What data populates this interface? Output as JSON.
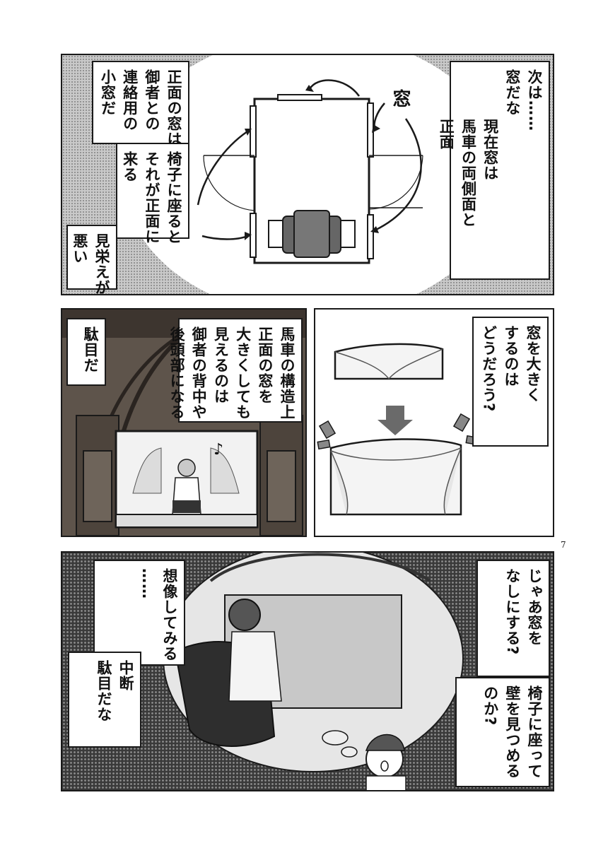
{
  "page_number": "7",
  "panel1": {
    "box_right": [
      "次は……",
      "窓だな",
      "",
      "現在窓は",
      "馬車の両側面と",
      "正面"
    ],
    "box_left_top": [
      "正面の窓は",
      "御者との",
      "連絡用の",
      "小窓だ"
    ],
    "box_left_mid": [
      "椅子に座ると",
      "それが正面に",
      "来る"
    ],
    "box_left_bottom": [
      "見栄えが",
      "悪い"
    ],
    "label_window_right": "窓",
    "label_window_left": "窓"
  },
  "panel2": {
    "box_right": [
      "馬車の構造上",
      "正面の窓を",
      "大きくしても",
      "見えるのは",
      "御者の背中や",
      "後頭部になる"
    ],
    "box_left": [
      "駄目だ"
    ],
    "music_note": "♪"
  },
  "panel3": {
    "box": [
      "窓を大きく",
      "するのは",
      "どうだろう?"
    ]
  },
  "panel4": {
    "box_right_top": [
      "じゃあ窓を",
      "なしにする?"
    ],
    "box_right_bottom": [
      "椅子に座って",
      "壁を見つめる",
      "のか?"
    ],
    "box_left_top": [
      "想像してみる",
      "……"
    ],
    "box_left_bottom": [
      "中断",
      "駄目だな"
    ]
  }
}
